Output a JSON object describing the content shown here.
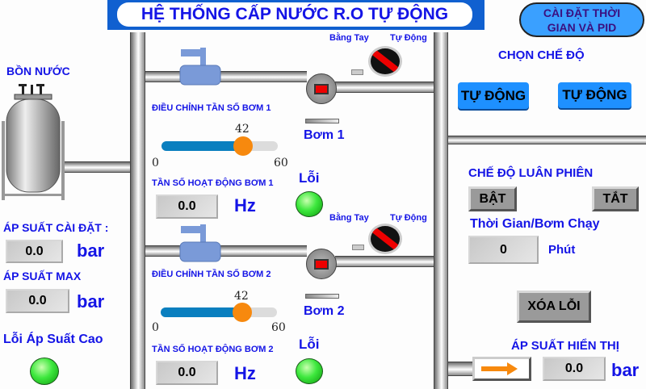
{
  "title": "HỆ THỐNG CẤP NƯỚC R.O TỰ ĐỘNG",
  "settings_button": "CÀI ĐẶT THỜI GIAN VÀ PID",
  "tank_label": "BỒN NƯỚC",
  "left_panel": {
    "setpoint_label": "ÁP SUẤT CÀI ĐẶT :",
    "setpoint_value": "0.0",
    "setpoint_unit": "bar",
    "max_label": "ÁP SUẤT MAX",
    "max_value": "0.0",
    "max_unit": "bar",
    "high_pressure_error_label": "Lỗi Áp Suất Cao"
  },
  "pumps": [
    {
      "name": "Bơm 1",
      "manual_label": "Bằng Tay",
      "auto_label": "Tự Động",
      "adjust_label": "ĐIỀU CHỈNH TẦN SỐ BƠM 1",
      "slider_value": "42",
      "slider_min": "0",
      "slider_max": "60",
      "slider_fraction": 0.7,
      "freq_label": "TẦN SỐ HOẠT ĐỘNG BƠM 1",
      "freq_value": "0.0",
      "freq_unit": "Hz",
      "error_label": "Lỗi"
    },
    {
      "name": "Bơm 2",
      "manual_label": "Bằng Tay",
      "auto_label": "Tự Động",
      "adjust_label": "ĐIỀU CHỈNH TẦN SỐ BƠM 2",
      "slider_value": "42",
      "slider_min": "0",
      "slider_max": "60",
      "slider_fraction": 0.7,
      "freq_label": "TẦN SỐ HOẠT ĐỘNG BƠM 2",
      "freq_value": "0.0",
      "freq_unit": "Hz",
      "error_label": "Lỗi"
    }
  ],
  "right_panel": {
    "mode_label": "CHỌN CHẾ ĐỘ",
    "mode_buttons": [
      "TỰ ĐỘNG",
      "TỰ ĐỘNG"
    ],
    "rotation_label": "CHẾ ĐỘ LUÂN PHIÊN",
    "on_label": "BẬT",
    "off_label": "TẮT",
    "runtime_label": "Thời Gian/Bơm Chạy",
    "runtime_value": "0",
    "runtime_unit": "Phút",
    "clear_error_label": "XÓA LỖI",
    "pressure_label": "ÁP SUẤT HIỂN THỊ",
    "pressure_value": "0.0",
    "pressure_unit": "bar"
  },
  "colors": {
    "text": "#1414e6",
    "button": "#1e90ff",
    "slider_fill": "#0a7fbf",
    "knob": "#f7890e",
    "led": "#3ee83e"
  }
}
